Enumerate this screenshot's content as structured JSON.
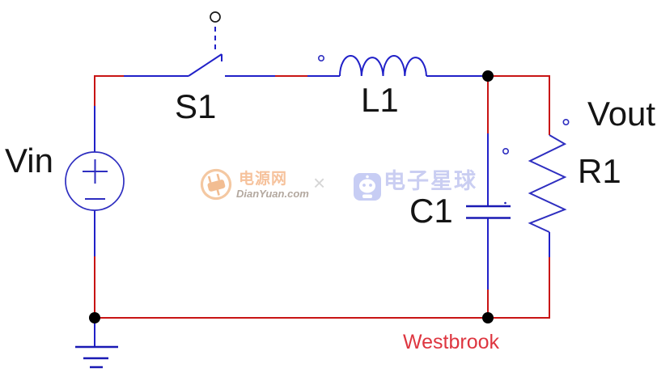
{
  "schematic": {
    "components": [
      {
        "ref": "Vin",
        "symbol": "dc-voltage-source"
      },
      {
        "ref": "S1",
        "symbol": "switch"
      },
      {
        "ref": "L1",
        "symbol": "inductor"
      },
      {
        "ref": "C1",
        "symbol": "capacitor"
      },
      {
        "ref": "R1",
        "symbol": "resistor"
      }
    ],
    "labels": {
      "vin": "Vin",
      "s1": "S1",
      "l1": "L1",
      "vout": "Vout",
      "r1": "R1",
      "c1": "C1"
    },
    "signature": "Westbrook"
  },
  "watermarks": {
    "left": {
      "icon": "plug-icon",
      "title": "电源网",
      "subtitle": "DianYuan.com"
    },
    "separator": "×",
    "right": {
      "icon": "robot-icon",
      "title": "电子星球"
    }
  },
  "colors": {
    "wire_red": "#c81414",
    "wire_blue": "#2121c8",
    "junction_dot": "#000000",
    "signature_red": "#de3640",
    "watermark_orange": "#f2bd92",
    "watermark_gray": "#b3a89f",
    "watermark_periwinkle": "#c7cdf4"
  }
}
